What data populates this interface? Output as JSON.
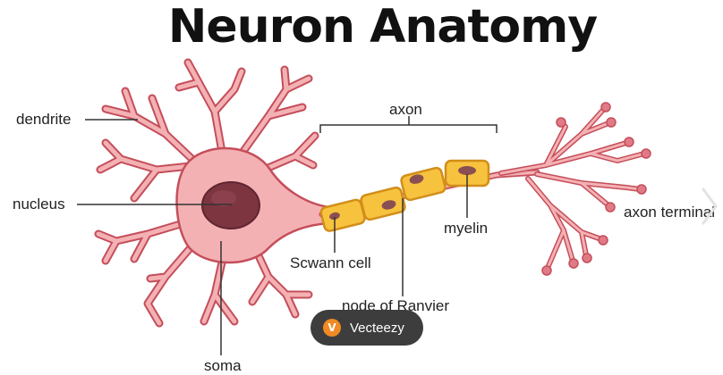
{
  "title": "Neuron Anatomy",
  "labels": {
    "dendrite": "dendrite",
    "nucleus": "nucleus",
    "axon": "axon",
    "axon_terminal": "axon terminal",
    "myelin": "myelin",
    "schwann_cell": "Scwann cell",
    "node_of_ranvier": "node of Ranvier",
    "soma": "soma"
  },
  "watermark": {
    "text": "Vecteezy",
    "logo_letter": "V",
    "logo_color": "#f08a24"
  },
  "colors": {
    "neuron_fill": "#f4b1b4",
    "neuron_stroke": "#c44e5a",
    "nucleus": "#7d3540",
    "myelin_fill": "#f7c23d",
    "myelin_stroke": "#d28e1a",
    "myelin_nucleus": "#8a4f52"
  },
  "icons": [
    "vecteezy-logo-icon",
    "chevron-right-icon"
  ]
}
